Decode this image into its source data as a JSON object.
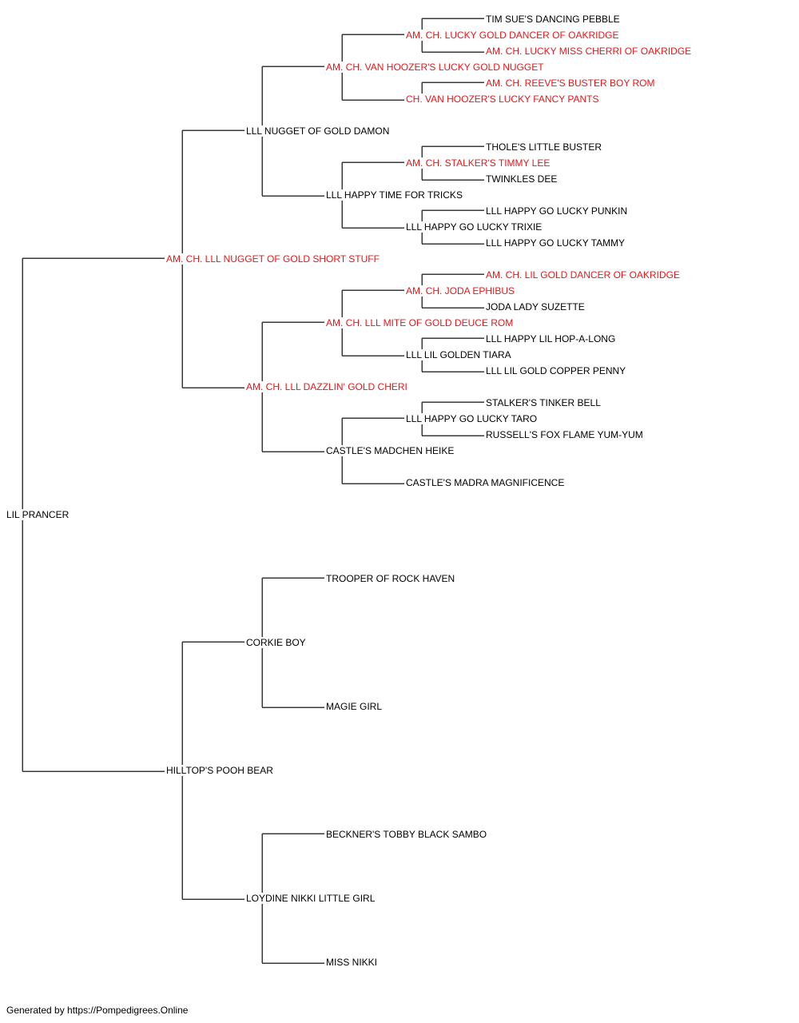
{
  "colors": {
    "champion": "#e8161a",
    "normal": "#000000",
    "line": "#3a3a3a"
  },
  "pedigree": {
    "name": "LIL PRANCER",
    "champion": false,
    "sire": {
      "name": "AM. CH. LLL NUGGET OF GOLD SHORT STUFF",
      "champion": true,
      "sire": {
        "name": "LLL NUGGET OF GOLD DAMON",
        "champion": false,
        "sire": {
          "name": "AM. CH. VAN HOOZER'S LUCKY GOLD NUGGET",
          "champion": true,
          "sire": {
            "name": "AM. CH. LUCKY GOLD DANCER OF OAKRIDGE",
            "champion": true,
            "sire": {
              "name": "TIM SUE'S DANCING PEBBLE",
              "champion": false
            },
            "dam": {
              "name": "AM. CH. LUCKY MISS CHERRI OF OAKRIDGE",
              "champion": true
            }
          },
          "dam": {
            "name": "CH. VAN HOOZER'S LUCKY FANCY PANTS",
            "champion": true,
            "sire": {
              "name": "AM. CH. REEVE'S BUSTER BOY ROM",
              "champion": true
            }
          }
        },
        "dam": {
          "name": "LLL HAPPY TIME FOR TRICKS",
          "champion": false,
          "sire": {
            "name": "AM. CH. STALKER'S TIMMY LEE",
            "champion": true,
            "sire": {
              "name": "THOLE'S LITTLE BUSTER",
              "champion": false
            },
            "dam": {
              "name": "TWINKLES DEE",
              "champion": false
            }
          },
          "dam": {
            "name": "LLL HAPPY GO LUCKY TRIXIE",
            "champion": false,
            "sire": {
              "name": "LLL HAPPY GO LUCKY PUNKIN",
              "champion": false
            },
            "dam": {
              "name": "LLL HAPPY GO LUCKY TAMMY",
              "champion": false
            }
          }
        }
      },
      "dam": {
        "name": "AM. CH. LLL DAZZLIN' GOLD CHERI",
        "champion": true,
        "sire": {
          "name": "AM. CH. LLL MITE OF GOLD DEUCE ROM",
          "champion": true,
          "sire": {
            "name": "AM. CH. JODA EPHIBUS",
            "champion": true,
            "sire": {
              "name": "AM. CH. LIL GOLD DANCER OF OAKRIDGE",
              "champion": true
            },
            "dam": {
              "name": "JODA LADY SUZETTE",
              "champion": false
            }
          },
          "dam": {
            "name": "LLL LIL GOLDEN TIARA",
            "champion": false,
            "sire": {
              "name": "LLL HAPPY LIL HOP-A-LONG",
              "champion": false
            },
            "dam": {
              "name": "LLL LIL GOLD COPPER PENNY",
              "champion": false
            }
          }
        },
        "dam": {
          "name": "CASTLE'S MADCHEN HEIKE",
          "champion": false,
          "sire": {
            "name": "LLL HAPPY GO LUCKY TARO",
            "champion": false,
            "sire": {
              "name": "STALKER'S TINKER BELL",
              "champion": false
            },
            "dam": {
              "name": "RUSSELL'S FOX FLAME YUM-YUM",
              "champion": false
            }
          },
          "dam": {
            "name": "CASTLE'S MADRA MAGNIFICENCE",
            "champion": false
          }
        }
      }
    },
    "dam": {
      "name": "HILLTOP'S POOH BEAR",
      "champion": false,
      "sire": {
        "name": "CORKIE BOY",
        "champion": false,
        "sire": {
          "name": "TROOPER OF ROCK HAVEN",
          "champion": false
        },
        "dam": {
          "name": "MAGIE GIRL",
          "champion": false
        }
      },
      "dam": {
        "name": "LOYDINE NIKKI LITTLE GIRL",
        "champion": false,
        "sire": {
          "name": "BECKNER'S TOBBY BLACK SAMBO",
          "champion": false
        },
        "dam": {
          "name": "MISS NIKKI",
          "champion": false
        }
      }
    }
  },
  "footer": {
    "text": "Generated by https://Pompedigrees.Online"
  }
}
